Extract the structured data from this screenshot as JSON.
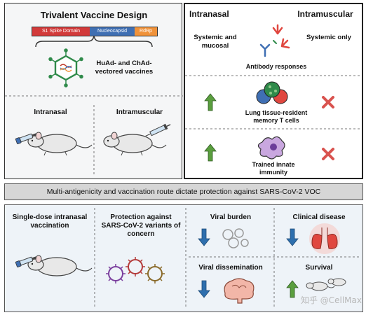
{
  "design": {
    "title": "Trivalent Vaccine Design",
    "segments": [
      {
        "label": "S1 Spike Domain",
        "color": "#d23a3a"
      },
      {
        "label": "Nucleocapsid",
        "color": "#3f6fb3"
      },
      {
        "label": "RdRp",
        "color": "#f0923a"
      }
    ],
    "vector_label": "HuAd- and ChAd-vectored vaccines",
    "route_intranasal": "Intranasal",
    "route_intramuscular": "Intramuscular"
  },
  "comparison": {
    "col_intranasal": "Intranasal",
    "col_intramuscular": "Intramuscular",
    "intranasal_effect": "Systemic and mucosal",
    "intramuscular_effect": "Systemic only",
    "antibody_label": "Antibody responses",
    "trm_label": "Lung tissue-resident memory T cells",
    "innate_label": "Trained innate immunity"
  },
  "banner": {
    "text": "Multi-antigenicity and vaccination route dictate protection against SARS-CoV-2 VOC"
  },
  "outcomes": {
    "single_dose": "Single-dose intranasal vaccination",
    "protection": "Protection against SARS-CoV-2 variants of concern",
    "viral_burden": "Viral burden",
    "clinical_disease": "Clinical disease",
    "viral_dissemination": "Viral dissemination",
    "survival": "Survival"
  },
  "watermark": "知乎 @CellMax",
  "colors": {
    "up_arrow": "#5a9e3e",
    "down_arrow": "#2e6fae",
    "cross": "#d9534f",
    "panel_bg": "#f5f6f7",
    "banner_bg": "#d6d6d6"
  }
}
